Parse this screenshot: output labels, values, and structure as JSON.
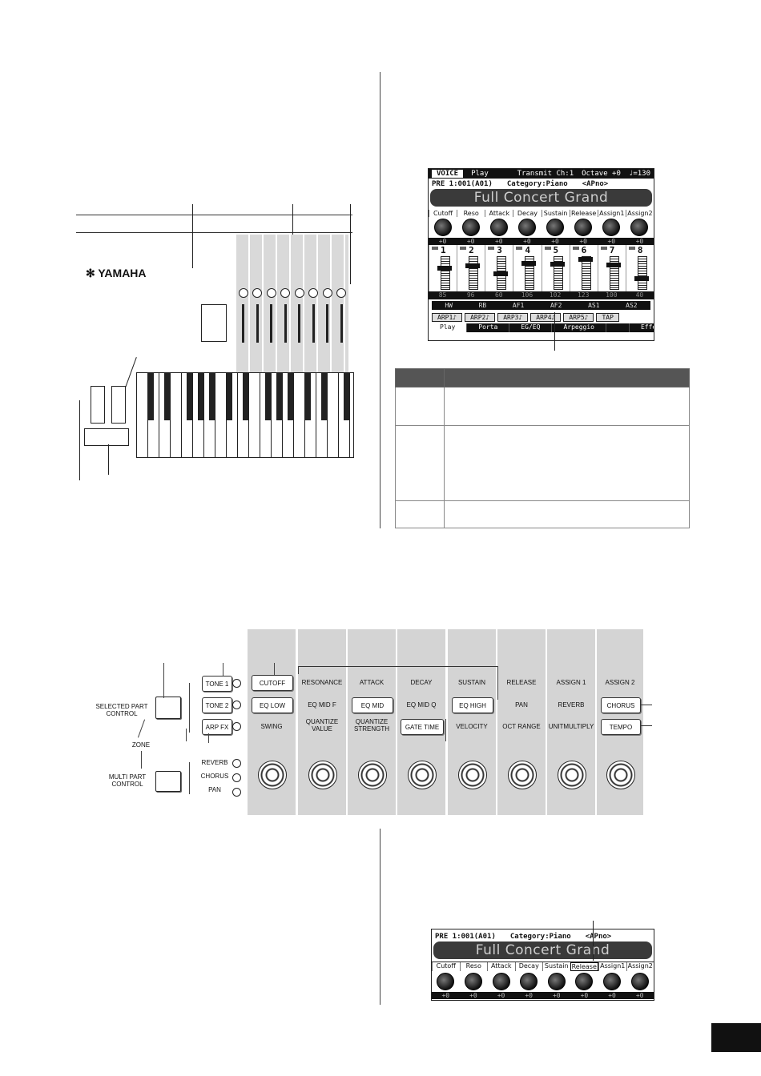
{
  "keyboard_panel": {
    "brand": "✻ YAMAHA"
  },
  "lcd_main": {
    "mode": "VOICE",
    "tab": "Play",
    "transmit": "Transmit Ch:1",
    "octave": "Octave +0",
    "tempo": "♩=130",
    "program": "PRE 1:001(A01)",
    "category": "Category:Piano",
    "category_short": "<APno>",
    "voice_name": "Full Concert Grand",
    "knob_labels": [
      "Cutoff",
      "Reso",
      "Attack",
      "Decay",
      "Sustain",
      "Release",
      "Assign1",
      "Assign2"
    ],
    "knob_values": [
      "+0",
      "+0",
      "+0",
      "+0",
      "+0",
      "+0",
      "+0",
      "+0"
    ],
    "slider_numbers": [
      "1",
      "2",
      "3",
      "4",
      "5",
      "6",
      "7",
      "8"
    ],
    "slider_values": [
      "85",
      "96",
      "60",
      "106",
      "102",
      "123",
      "100",
      "40"
    ],
    "slider_levels": [
      0.67,
      0.76,
      0.47,
      0.83,
      0.8,
      0.97,
      0.79,
      0.31
    ],
    "hw_row": [
      "HW",
      "RB",
      "AF1",
      "AF2",
      "AS1",
      "AS2"
    ],
    "arp_buttons": [
      "ARP1♪",
      "ARP2♪",
      "ARP3♪",
      "ARP4♪",
      "ARP5♪",
      "TAP"
    ],
    "bottom_tabs": [
      "Play",
      "Porta",
      "EG/EQ",
      "Arpeggio",
      "Effect ▸"
    ]
  },
  "control_panel": {
    "tone1": "TONE 1",
    "tone2": "TONE 2",
    "arp_fx": "ARP FX",
    "selected_part": "SELECTED PART\nCONTROL",
    "zone": "ZONE",
    "multi_part": "MULTI PART\nCONTROL",
    "reverb": "REVERB",
    "chorus": "CHORUS",
    "pan": "PAN",
    "row1": [
      "CUTOFF",
      "RESONANCE",
      "ATTACK",
      "DECAY",
      "SUSTAIN",
      "RELEASE",
      "ASSIGN 1",
      "ASSIGN 2"
    ],
    "row2": [
      "EQ LOW",
      "EQ MID F",
      "EQ  MID",
      "EQ MID Q",
      "EQ HIGH",
      "PAN",
      "REVERB",
      "CHORUS"
    ],
    "row3": [
      "SWING",
      "QUANTIZE\nVALUE",
      "QUANTIZE\nSTRENGTH",
      "GATE TIME",
      "VELOCITY",
      "OCT RANGE",
      "UNITMULTIPLY",
      "TEMPO"
    ]
  },
  "lcd_small": {
    "program": "PRE 1:001(A01)",
    "category": "Category:Piano",
    "category_short": "<APno>",
    "voice_name": "Full Concert Grand",
    "knob_labels": [
      "Cutoff",
      "Reso",
      "Attack",
      "Decay",
      "Sustain",
      "Release",
      "Assign1",
      "Assign2"
    ],
    "knob_values": [
      "+0",
      "+0",
      "+0",
      "+0",
      "+0",
      "+0",
      "+0",
      "+0"
    ]
  }
}
